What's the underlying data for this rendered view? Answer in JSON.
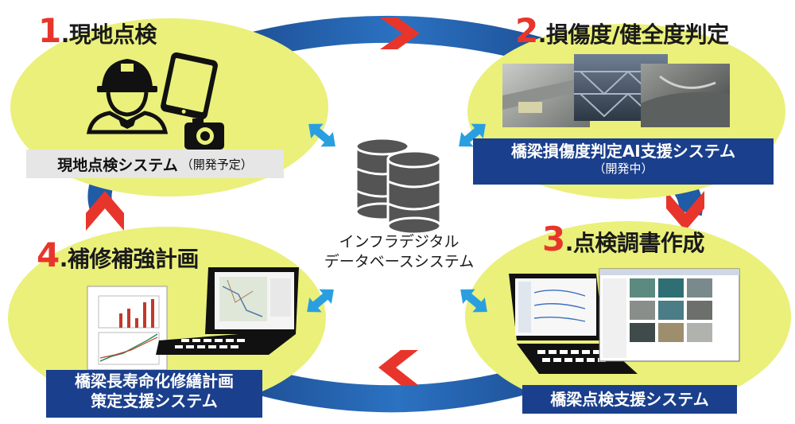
{
  "diagram": {
    "step1": {
      "number": "1",
      "title": ".現地点検",
      "system_label": "現地点検システム",
      "status": "（開発予定）"
    },
    "step2": {
      "number": "2",
      "title": ".損傷度/健全度判定",
      "system_label": "橋梁損傷度判定AI支援システム",
      "status": "（開発中）"
    },
    "step3": {
      "number": "3",
      "title": ".点検調書作成",
      "system_label": "橋梁点検支援システム"
    },
    "step4": {
      "number": "4",
      "title": ".補修補強計画",
      "system_label_line1": "橋梁長寿命化修繕計画",
      "system_label_line2": "策定支援システム"
    },
    "center": {
      "line1": "インフラデジタル",
      "line2": "データベースシステム"
    },
    "colors": {
      "ellipse": "#eaf07a",
      "cycle_ring": "#1f5ba6",
      "red_arrow": "#e8352b",
      "connector": "#2a9fe0",
      "blue_box": "#1a3f8c",
      "gray_box": "#e6e6e6",
      "step_number": "#e8352b"
    },
    "icons": [
      "worker-icon",
      "tablet-icon",
      "camera-icon",
      "database-icon",
      "laptop-icon",
      "bridge-photo"
    ]
  }
}
